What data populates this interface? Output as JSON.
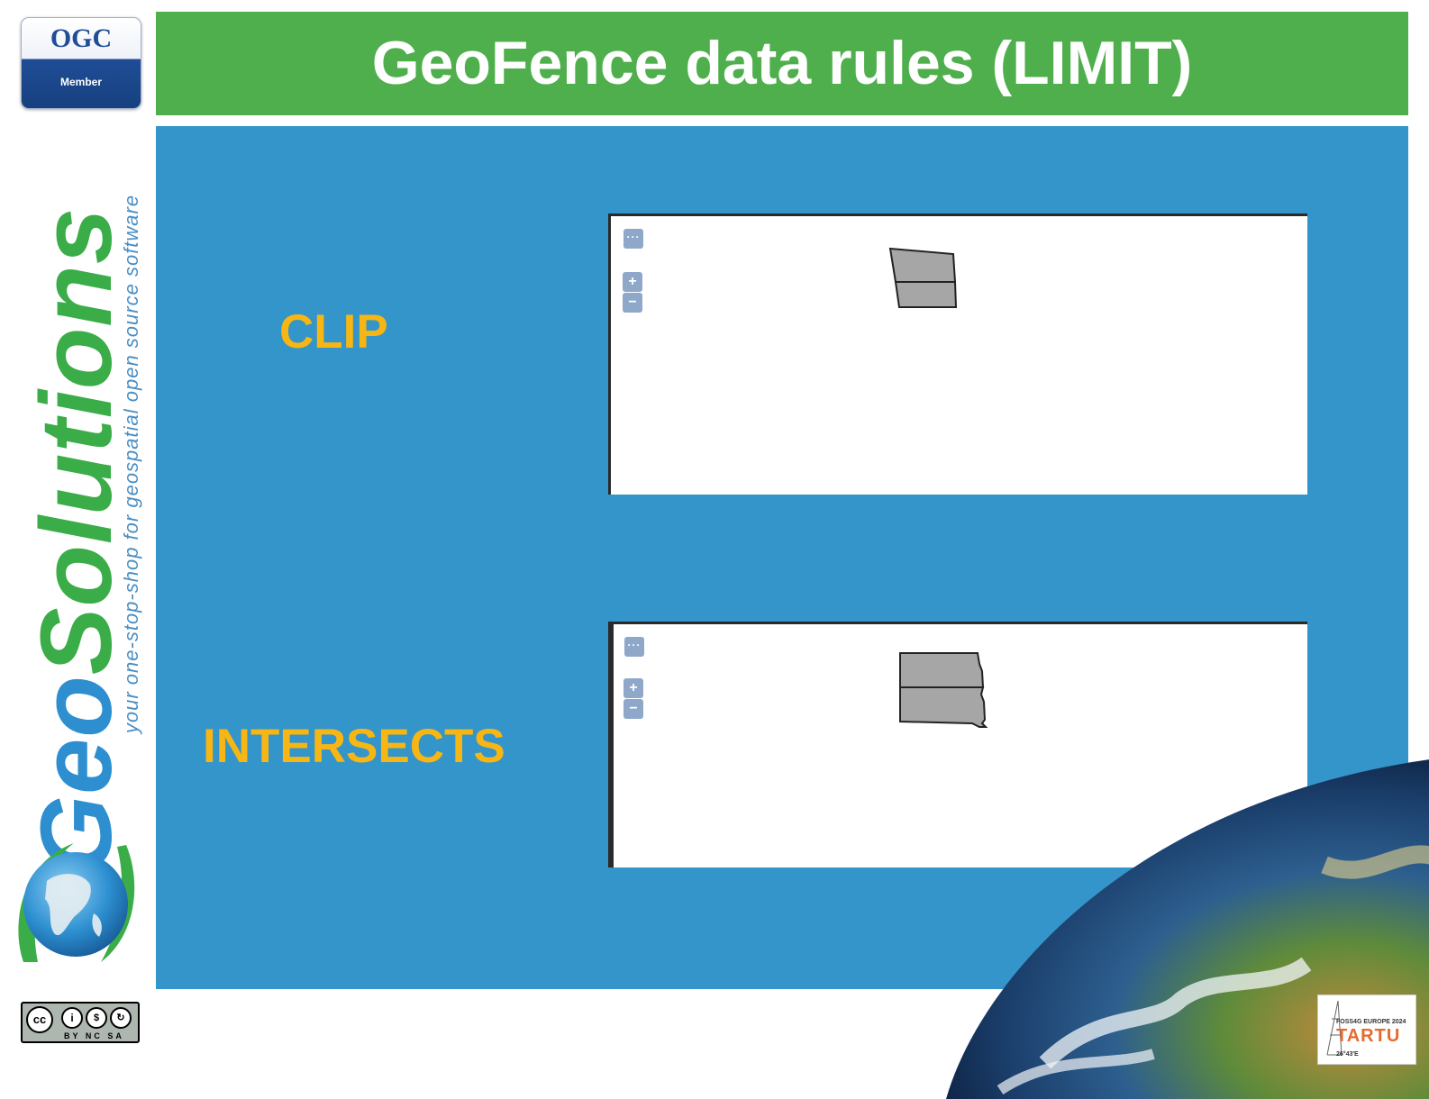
{
  "slide": {
    "title": "GeoFence data rules (LIMIT)"
  },
  "brand": {
    "ogc_name": "OGC",
    "ogc_sub": "Member",
    "name_geo": "Geo",
    "name_solutions": "Solutions",
    "tagline": "your one-stop-shop for geospatial open source software",
    "license_label": "BY  NC  SA"
  },
  "sections": {
    "clip": {
      "label": "CLIP"
    },
    "intersects": {
      "label": "INTERSECTS"
    }
  },
  "map_controls": {
    "layer_switcher": "···",
    "zoom_in": "+",
    "zoom_out": "−"
  },
  "event": {
    "name": "FOSS4G EUROPE 2024",
    "city": "TARTU",
    "coord": "26°43'E"
  },
  "colors": {
    "title_bar": "#4faf4d",
    "panel": "#3395c9",
    "label": "#f7b614",
    "shape_fill": "#a6a6a6"
  }
}
